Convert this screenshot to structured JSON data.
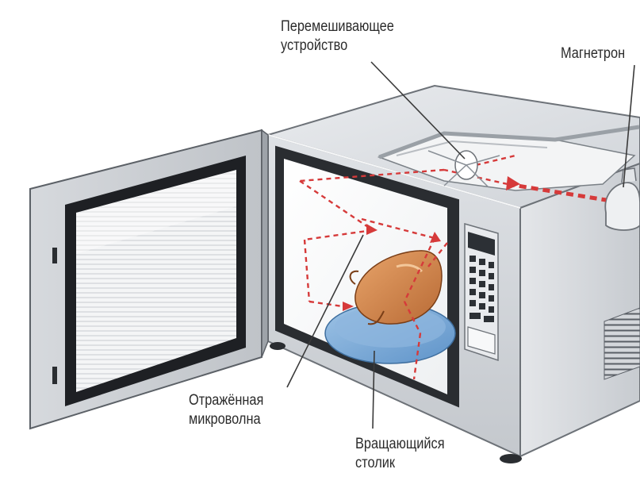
{
  "labels": {
    "stirrer": {
      "line1": "Перемешивающее",
      "line2": "устройство"
    },
    "magnetron": {
      "line1": "Магнетрон"
    },
    "reflected": {
      "line1": "Отражённая",
      "line2": "микроволна"
    },
    "turntable": {
      "line1": "Вращающийся",
      "line2": "столик"
    }
  }
}
